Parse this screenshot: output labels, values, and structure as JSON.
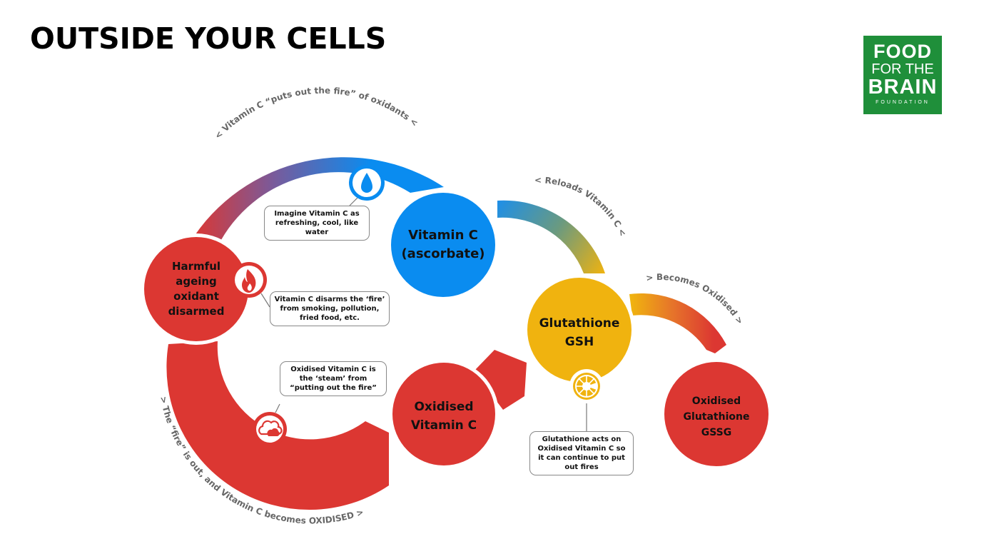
{
  "title": "OUTSIDE YOUR CELLS",
  "logo": {
    "line1": "FOOD",
    "line2": "FOR THE",
    "line3": "BRAIN",
    "line4": "FOUNDATION",
    "color": "#1f8f3a"
  },
  "nodes": {
    "vitamin_c": {
      "line1": "Vitamin C",
      "line2": "(ascorbate)",
      "color": "#0a8cf0"
    },
    "harmful": {
      "line1": "Harmful",
      "line2": "ageing",
      "line3": "oxidant",
      "line4": "disarmed",
      "color": "#dc3732"
    },
    "glutathione": {
      "line1": "Glutathione",
      "line2": "GSH",
      "color": "#f0b30f"
    },
    "oxidised_vitamin_c": {
      "line1": "Oxidised",
      "line2": "Vitamin C",
      "color": "#dc3732"
    },
    "oxidised_glutathione": {
      "line1": "Oxidised",
      "line2": "Glutathione",
      "line3": "GSSG",
      "color": "#dc3732"
    }
  },
  "arc_labels": {
    "puts_out_fire": "< Vitamin C “puts out the fire” of oxidants <",
    "reloads": "< Reloads Vitamin C <",
    "becomes_oxidised": "> Becomes Oxidised >",
    "fire_is_out": "> The “fire” is out, and Vitamin C becomes OXIDISED >"
  },
  "callouts": {
    "water": "Imagine Vitamin C as refreshing, cool, like water",
    "fire": "Vitamin C disarms the ‘fire’ from smoking, pollution, fried food, etc.",
    "steam": "Oxidised Vitamin C is the ‘steam’ from “putting out the fire”",
    "glutathione": "Glutathione acts on Oxidised Vitamin C so it can continue to put out fires"
  },
  "icons": {
    "water": "water-drop-icon",
    "fire": "flame-icon",
    "steam": "cloud-icon",
    "lemon": "lemon-slice-icon"
  },
  "colors": {
    "red": "#dc3732",
    "blue": "#0a8cf0",
    "yellow": "#f0b30f",
    "label_gray": "#666666"
  }
}
